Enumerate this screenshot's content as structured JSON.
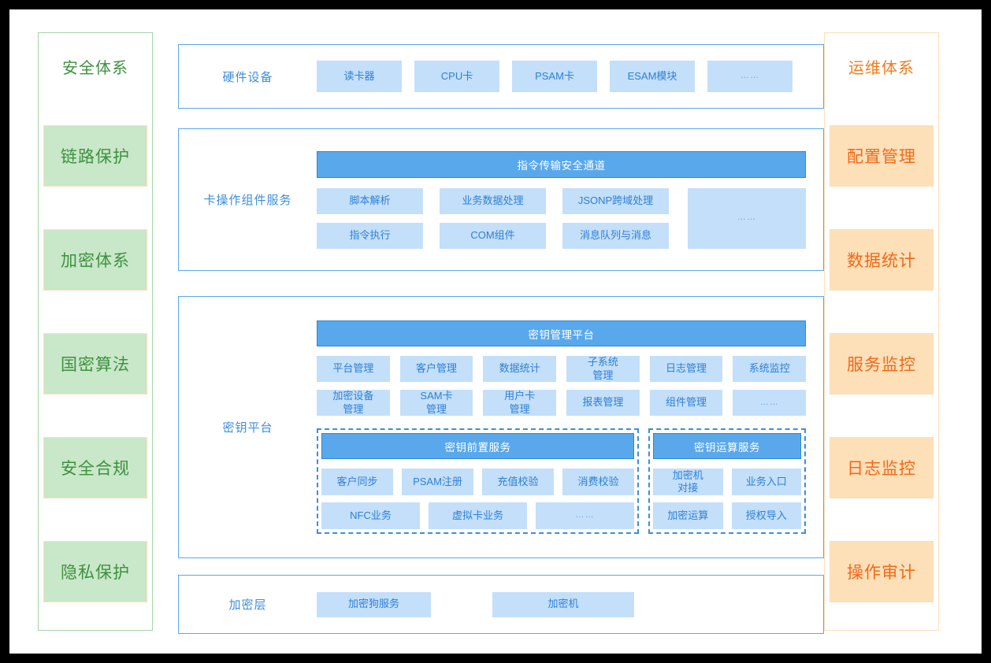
{
  "left_panel": {
    "title": "安全体系",
    "items": [
      {
        "label": "链路保护"
      },
      {
        "label": "加密体系"
      },
      {
        "label": "国密算法"
      },
      {
        "label": "安全合规"
      },
      {
        "label": "隐私保护"
      }
    ],
    "colors": {
      "border": "#a5d6a7",
      "fill": "#c9e7c9",
      "box_border": "#fbe0bc",
      "text": "#3d9140"
    }
  },
  "right_panel": {
    "title": "运维体系",
    "items": [
      {
        "label": "配置管理"
      },
      {
        "label": "数据统计"
      },
      {
        "label": "服务监控"
      },
      {
        "label": "日志监控"
      },
      {
        "label": "操作审计"
      }
    ],
    "colors": {
      "border": "#fde0b8",
      "fill": "#fde0b8",
      "text": "#f0691a"
    }
  },
  "sections": {
    "hardware": {
      "label": "硬件设备",
      "tiles": [
        "读卡器",
        "CPU卡",
        "PSAM卡",
        "ESAM模块",
        "……"
      ]
    },
    "card_service": {
      "label": "卡操作组件服务",
      "banner": "指令传输安全通道",
      "row1": [
        "脚本解析",
        "业务数据处理",
        "JSONP跨域处理"
      ],
      "row2": [
        "指令执行",
        "COM组件",
        "消息队列与消息"
      ],
      "tall_tile": "……"
    },
    "key_platform": {
      "label": "密钥平台",
      "banner": "密钥管理平台",
      "grid_row1": [
        "平台管理",
        "客户管理",
        "数据统计",
        "子系统\n管理",
        "日志管理",
        "系统监控"
      ],
      "grid_row2": [
        "加密设备\n管理",
        "SAM卡\n管理",
        "用户卡\n管理",
        "报表管理",
        "组件管理",
        "……"
      ],
      "front_service": {
        "banner": "密钥前置服务",
        "row1": [
          "客户同步",
          "PSAM注册",
          "充值校验",
          "消费校验"
        ],
        "row2": [
          "NFC业务",
          "虚拟卡业务",
          "……"
        ]
      },
      "calc_service": {
        "banner": "密钥运算服务",
        "row1": [
          "加密机\n对接",
          "业务入口"
        ],
        "row2": [
          "加密运算",
          "授权导入"
        ]
      }
    },
    "crypto_layer": {
      "label": "加密层",
      "tiles": [
        "加密狗服务",
        "加密机"
      ]
    }
  },
  "theme": {
    "section_border": "#59a8ec",
    "tile_fill": "#c3dffa",
    "tile_text": "#2f7fd6",
    "banner_fill": "#59a8ec",
    "banner_text": "#ffffff",
    "dashed_border": "#3c8ede",
    "page_bg": "#ffffff",
    "outer_bg": "#000000"
  }
}
